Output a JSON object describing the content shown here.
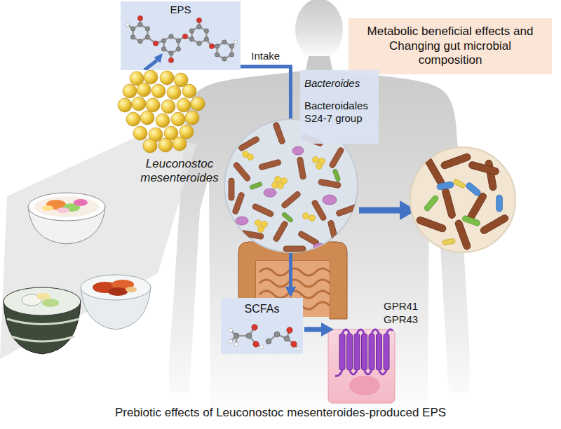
{
  "diagram": {
    "caption": "Prebiotic effects of Leuconostoc mesenteroides-produced EPS",
    "nodes": [
      {
        "text": [
          "EPS"
        ]
      },
      {
        "text": [
          "Metabolic beneficial effects and Changing gut microbial composition"
        ]
      },
      {
        "text": [
          "Bacteroides",
          "Bacteroidales S24-7 group"
        ]
      },
      {
        "text": [
          "SCFAs"
        ]
      }
    ],
    "edges": [
      {
        "from": 0,
        "to": 3,
        "label": "Intake",
        "arrow": "to"
      }
    ],
    "labels": [
      "Leuconostoc mesenteroides",
      "GPR41",
      "GPR43"
    ]
  }
}
